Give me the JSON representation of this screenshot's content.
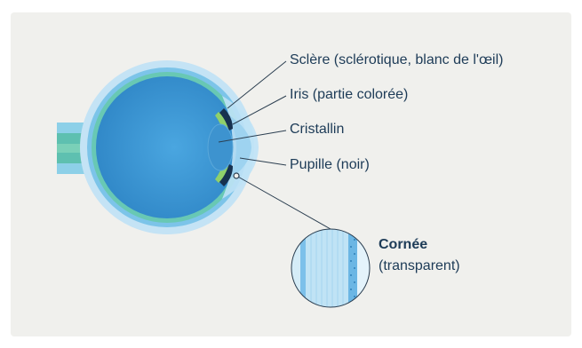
{
  "labels": {
    "sclera": "Sclère (sclérotique, blanc de l'œil)",
    "iris": "Iris (partie colorée)",
    "lens": "Cristallin",
    "pupil": "Pupille (noir)",
    "cornea_title": "Cornée",
    "cornea_sub": "(transparent)"
  },
  "colors": {
    "background": "#f0f0ed",
    "label_text": "#1d3b57",
    "eyeball": "#3f9bd6",
    "outer_layer": "#b9ddf3",
    "optic_nerve": "#4fb6a0",
    "leader_line": "#2b3e50"
  }
}
